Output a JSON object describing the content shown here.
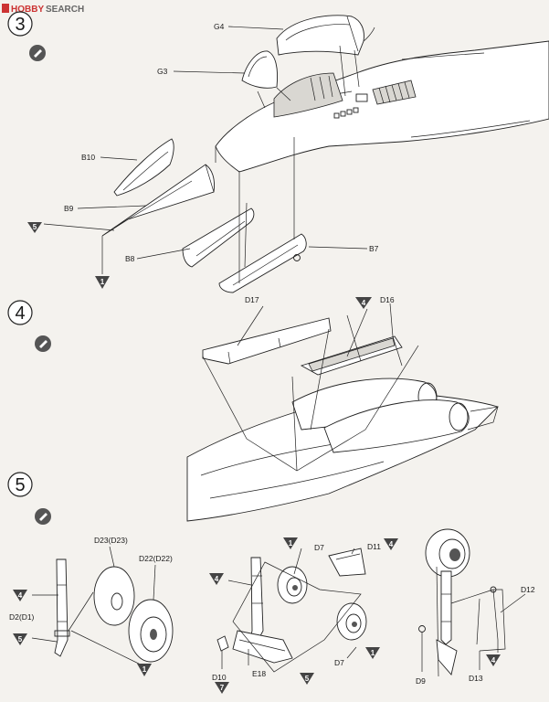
{
  "watermark": {
    "brand_a": "HOBBY",
    "brand_b": "SEARCH"
  },
  "steps": [
    {
      "number": "3"
    },
    {
      "number": "4"
    },
    {
      "number": "5"
    }
  ],
  "step3": {
    "labels": {
      "g4": "G4",
      "g3": "G3",
      "b10": "B10",
      "b9": "B9",
      "b8": "B8",
      "b7": "B7"
    },
    "markers": {
      "m5": "5",
      "m1": "1"
    }
  },
  "step4": {
    "labels": {
      "d17": "D17",
      "d16": "D16"
    },
    "markers": {
      "m4": "4"
    }
  },
  "step5": {
    "labels": {
      "d23": "D23(D23)",
      "d22": "D22(D22)",
      "d2": "D2(D1)",
      "d7a": "D7",
      "d7b": "D7",
      "d11": "D11",
      "d10": "D10",
      "e18": "E18",
      "d12": "D12",
      "d9": "D9",
      "d13": "D13"
    },
    "markers": {
      "a4": "4",
      "a5": "5",
      "a1": "1",
      "b1top": "1",
      "b4": "4",
      "b4b": "4",
      "b1": "1",
      "b5": "5",
      "b7": "7",
      "c4": "4"
    }
  }
}
